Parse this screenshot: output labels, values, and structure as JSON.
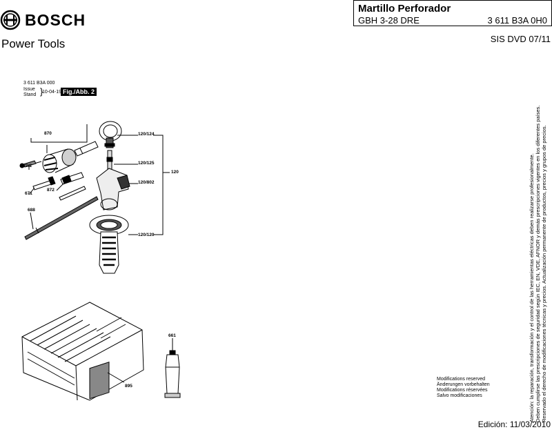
{
  "brand": {
    "name": "BOSCH",
    "subtitle": "Power Tools"
  },
  "titlebox": {
    "title": "Martillo Perforador",
    "model": "GBH 3-28 DRE",
    "code": "3 611 B3A 0H0"
  },
  "sis": "SIS DVD 07/11",
  "drawing": {
    "code": "3 611 B3A 000",
    "issue_label": "Issue\nStand",
    "issue_date": "10-04-19",
    "fig_label": "Fig./Abb. 2"
  },
  "callouts": {
    "c870": "870",
    "c870_2": "870/2",
    "c671": "671",
    "c872": "872",
    "c688": "688",
    "c120_124": "120/124",
    "c120_125": "120/125",
    "c120_802": "120/802",
    "c120_120": "120/120",
    "c120": "120",
    "c661": "661",
    "c895": "895"
  },
  "notes": [
    "Modifications reserved",
    "Änderungen vorbehalten",
    "Modifications réservées",
    "Salvo modificaciones"
  ],
  "edition": "Edición: 11/03/2010",
  "vertical_text": [
    "Atención: la reparación, transformación y el control de las herramientas eléctricas deben realizarse profesionalmente.",
    "Deben cumplirse las prescripciones de seguridad según IEC, EN, VDE, AFNOR y demás prescripciones vigentes en los diferentes países.",
    "Reservado el derecho de modificaciones técnicas y precios. Actualización permanente de productos, precios y grupos de precios."
  ]
}
